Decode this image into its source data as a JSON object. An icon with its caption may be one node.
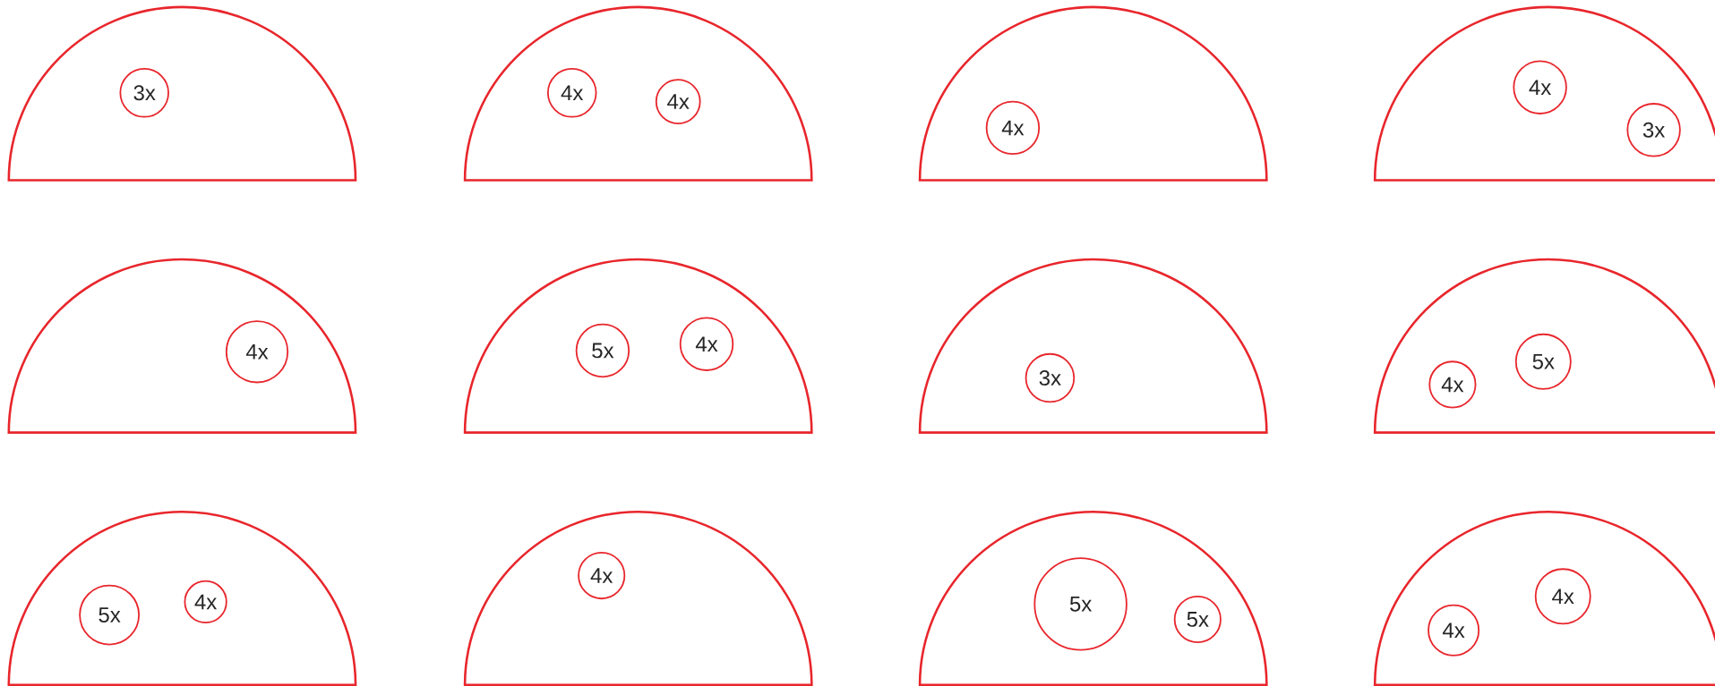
{
  "diagram": {
    "nodes": [
      {
        "text": [],
        "shape": "semicircle"
      },
      {
        "text": [
          "3x"
        ],
        "in": 0
      },
      {
        "text": [],
        "shape": "semicircle"
      },
      {
        "text": [
          "4x"
        ],
        "in": 2
      },
      {
        "text": [
          "4x"
        ],
        "in": 2
      },
      {
        "text": [],
        "shape": "semicircle"
      },
      {
        "text": [
          "4x"
        ],
        "in": 5
      },
      {
        "text": [],
        "shape": "semicircle"
      },
      {
        "text": [
          "4x"
        ],
        "in": 7
      },
      {
        "text": [
          "3x"
        ],
        "in": 7
      },
      {
        "text": [],
        "shape": "semicircle"
      },
      {
        "text": [
          "4x"
        ],
        "in": 10
      },
      {
        "text": [],
        "shape": "semicircle"
      },
      {
        "text": [
          "5x"
        ],
        "in": 12
      },
      {
        "text": [
          "4x"
        ],
        "in": 12
      },
      {
        "text": [],
        "shape": "semicircle"
      },
      {
        "text": [
          "3x"
        ],
        "in": 15
      },
      {
        "text": [],
        "shape": "semicircle"
      },
      {
        "text": [
          "4x"
        ],
        "in": 17
      },
      {
        "text": [
          "5x"
        ],
        "in": 17
      },
      {
        "text": [],
        "shape": "semicircle"
      },
      {
        "text": [
          "5x"
        ],
        "in": 20
      },
      {
        "text": [
          "4x"
        ],
        "in": 20
      },
      {
        "text": [],
        "shape": "semicircle"
      },
      {
        "text": [
          "4x"
        ],
        "in": 23
      },
      {
        "text": [],
        "shape": "semicircle"
      },
      {
        "text": [
          "5x"
        ],
        "in": 25
      },
      {
        "text": [
          "5x"
        ],
        "in": 25
      },
      {
        "text": [],
        "shape": "semicircle"
      },
      {
        "text": [
          "4x"
        ],
        "in": 28
      },
      {
        "text": [
          "4x"
        ],
        "in": 28
      }
    ]
  }
}
